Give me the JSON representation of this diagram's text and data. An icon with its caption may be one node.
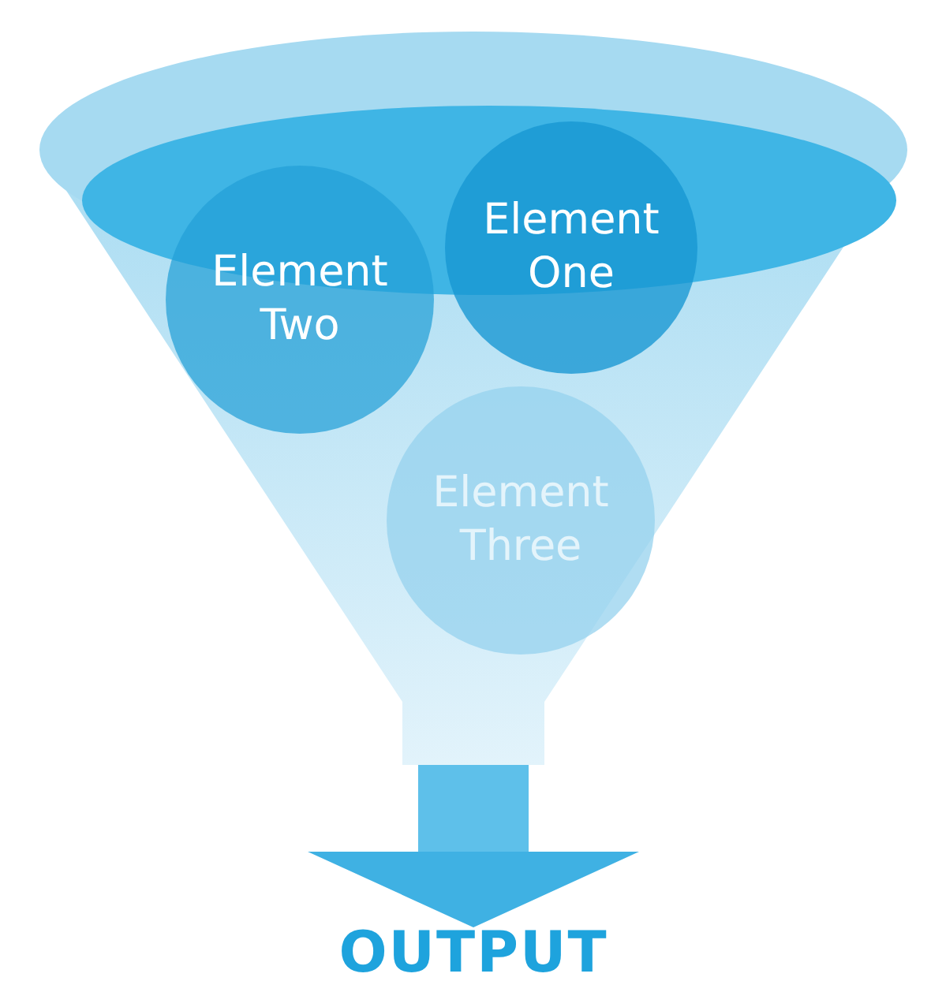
{
  "diagram": {
    "nodes": [
      {
        "text": [],
        "shape": "funnel"
      },
      {
        "text": [
          "Element One"
        ],
        "in": 0
      },
      {
        "text": [
          "Element Two"
        ],
        "in": 0
      },
      {
        "text": [
          "Element Three"
        ],
        "in": 0
      },
      {
        "text": [
          "OUTPUT"
        ]
      }
    ],
    "edges": [
      {
        "from": 0,
        "to": 4,
        "arrow": "to"
      }
    ]
  }
}
